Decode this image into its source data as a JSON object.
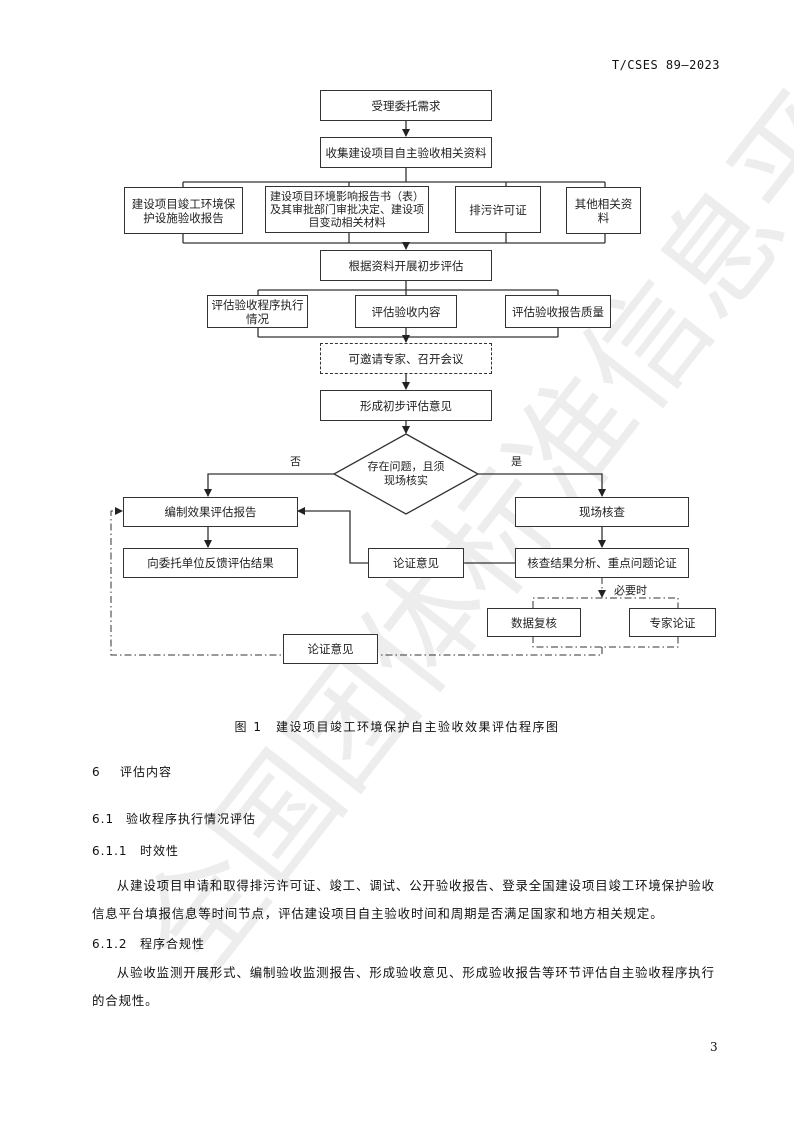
{
  "header": {
    "standard_code": "T/CSES 89—2023"
  },
  "flowchart": {
    "step_receive": "受理委托需求",
    "step_collect": "收集建设项目自主验收相关资料",
    "materials": [
      "建设项目竣工环境保护设施验收报告",
      "建设项目环境影响报告书（表）及其审批部门审批决定、建设项目变动相关材料",
      "排污许可证",
      "其他相关资料"
    ],
    "step_preliminary": "根据资料开展初步评估",
    "evaluations": [
      "评估验收程序执行情况",
      "评估验收内容",
      "评估验收报告质量"
    ],
    "step_experts": "可邀请专家、召开会议",
    "step_opinion": "形成初步评估意见",
    "decision": "存在问题，且须现场核实",
    "branch_no": "否",
    "branch_yes": "是",
    "step_compile": "编制效果评估报告",
    "step_feedback": "向委托单位反馈评估结果",
    "step_argument_opinion": "论证意见",
    "step_site_check": "现场核查",
    "step_analysis": "核查结果分析、重点问题论证",
    "when_necessary": "必要时",
    "step_data_review": "数据复核",
    "step_expert_argument": "专家论证",
    "step_argument_opinion_2": "论证意见"
  },
  "caption": "图 1　建设项目竣工环境保护自主验收效果评估程序图",
  "sections": [
    {
      "number": "6",
      "title": "评估内容"
    },
    {
      "number": "6.1",
      "title": "验收程序执行情况评估"
    },
    {
      "number": "6.1.1",
      "title": "时效性"
    },
    {
      "number": "6.1.2",
      "title": "程序合规性"
    }
  ],
  "paragraphs": [
    "从建设项目申请和取得排污许可证、竣工、调试、公开验收报告、登录全国建设项目竣工环境保护验收信息平台填报信息等时间节点，评估建设项目自主验收时间和周期是否满足国家和地方相关规定。",
    "从验收监测开展形式、编制验收监测报告、形成验收意见、形成验收报告等环节评估自主验收程序执行的合规性。"
  ],
  "watermark": "全国团体标准信息平台",
  "page_number": "3"
}
